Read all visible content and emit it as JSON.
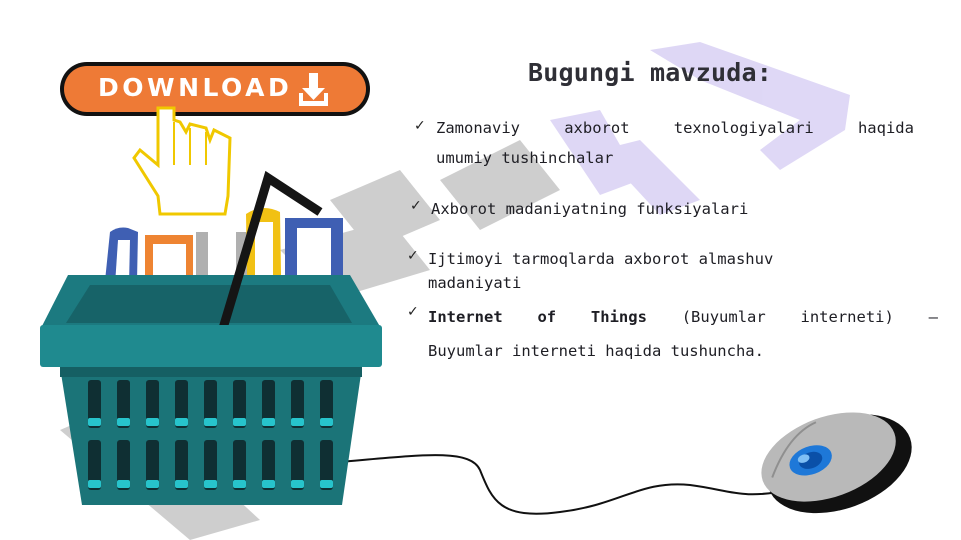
{
  "slide": {
    "title": "Bugungi mavzuda:",
    "download_label": "DOWNLOAD",
    "bullets": [
      {
        "line1_words": [
          "Zamonaviy",
          "axborot",
          "texnologiyalari",
          "haqida"
        ],
        "line2": "umumiy tushinchalar"
      },
      {
        "text": "Axborot madaniyatning funksiyalari"
      },
      {
        "line1": "Ijtimoyi tarmoqlarda axborot almashuv",
        "line2": "madaniyati"
      },
      {
        "bold_words": [
          "Internet",
          "of",
          "Things"
        ],
        "rest_words": [
          "(Buyumlar",
          "interneti)",
          "–"
        ],
        "line2": "Buyumlar interneti haqida tushuncha."
      }
    ],
    "check_mark": "✓"
  },
  "icons": [
    "download-arrow-icon",
    "hand-cursor-icon",
    "shopping-basket-icon",
    "computer-mouse-icon",
    "check-icon"
  ],
  "colors": {
    "button_orange": "#ee7a36",
    "basket_teal": "#1d7e82",
    "watermark_gray": "#c6c6c6",
    "watermark_lavender": "#d9d1f4",
    "hand_yellow": "#f0c800",
    "mouse_blue": "#1e78d8"
  }
}
